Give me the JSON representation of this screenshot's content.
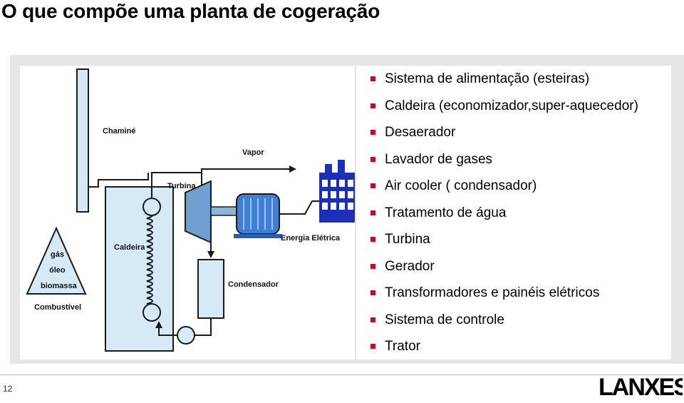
{
  "slide": {
    "title": "O que compõe uma planta de cogeração",
    "page_number": "12"
  },
  "diagram": {
    "labels": {
      "chimney": "Chaminé",
      "steam": "Vapor",
      "turbine": "Turbina",
      "boiler": "Caldeira",
      "electric_energy": "Energia Elétrica",
      "condenser": "Condensador",
      "fuel": "Combustível",
      "fuel_types": [
        "gás",
        "óleo",
        "biomassa"
      ]
    },
    "colors": {
      "light_blue": "#d6e9f6",
      "steel_blue": "#6f9fd0",
      "generator_blue": "#3f7fd8",
      "factory_blue": "#1c2fb8",
      "line": "#1a1a1a"
    }
  },
  "bullets": {
    "marker_color": "#d0001e",
    "items": [
      "Sistema de alimentação (esteiras)",
      "Caldeira (economizador,super-aquecedor)",
      "Desaerador",
      "Lavador de gases",
      "Air cooler ( condensador)",
      "Tratamento de água",
      "Turbina",
      "Gerador",
      "Transformadores e painéis elétricos",
      "Sistema de controle",
      "Trator"
    ]
  },
  "logo": {
    "text": "LANXESS",
    "icon": "lanxess-logo"
  }
}
